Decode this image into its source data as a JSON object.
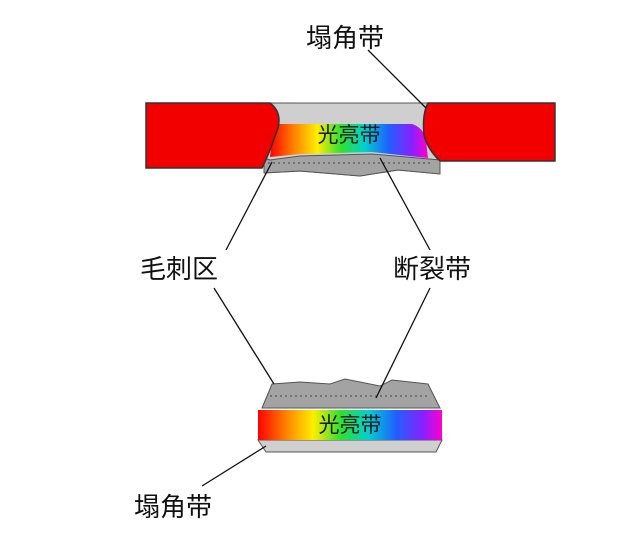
{
  "labels": {
    "rollover_top": "塌角带",
    "burnish_top": "光亮带",
    "burr_zone": "毛刺区",
    "fracture_zone": "断裂带",
    "burnish_bottom": "光亮带",
    "rollover_bottom": "塌角带"
  },
  "colors": {
    "sheet": "#f20000",
    "sheet_outline": "#333333",
    "gray_face": "#cfcfcf",
    "fracture_gray": "#999999",
    "leader_line": "#111111"
  }
}
